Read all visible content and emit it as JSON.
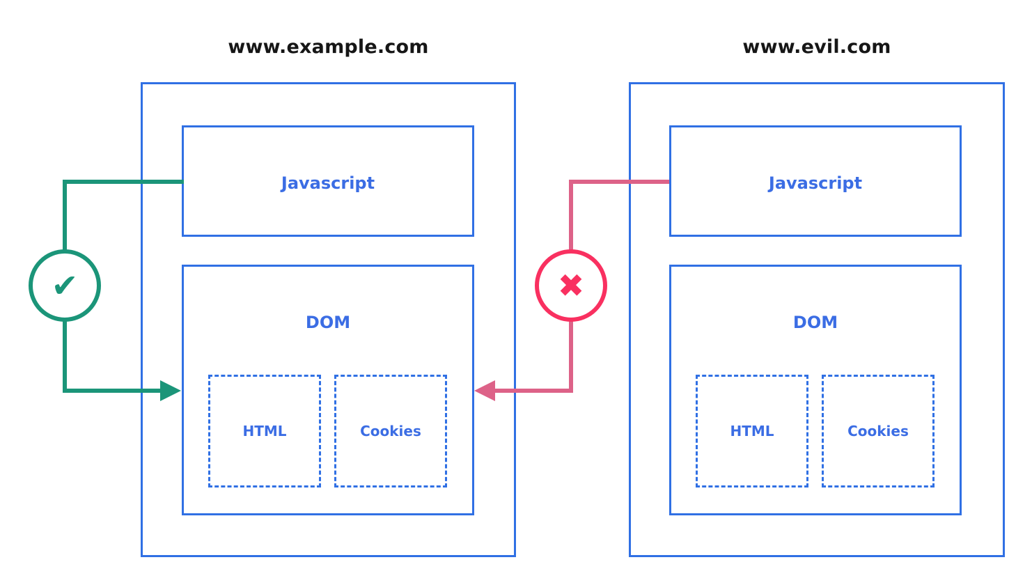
{
  "diagram": {
    "origins": {
      "example": {
        "title": "www.example.com",
        "javascript_label": "Javascript",
        "dom_label": "DOM",
        "html_label": "HTML",
        "cookies_label": "Cookies"
      },
      "evil": {
        "title": "www.evil.com",
        "javascript_label": "Javascript",
        "dom_label": "DOM",
        "html_label": "HTML",
        "cookies_label": "Cookies"
      }
    },
    "icons": {
      "allowed_check": "✔",
      "blocked_cross": "✖"
    },
    "colors": {
      "box_border_blue": "#3070e4",
      "label_blue": "#3b6de4",
      "allowed_green": "#1b9579",
      "blocked_pink": "#f93060",
      "blocked_line_pink": "#dd6288",
      "title_black": "#161616"
    }
  }
}
